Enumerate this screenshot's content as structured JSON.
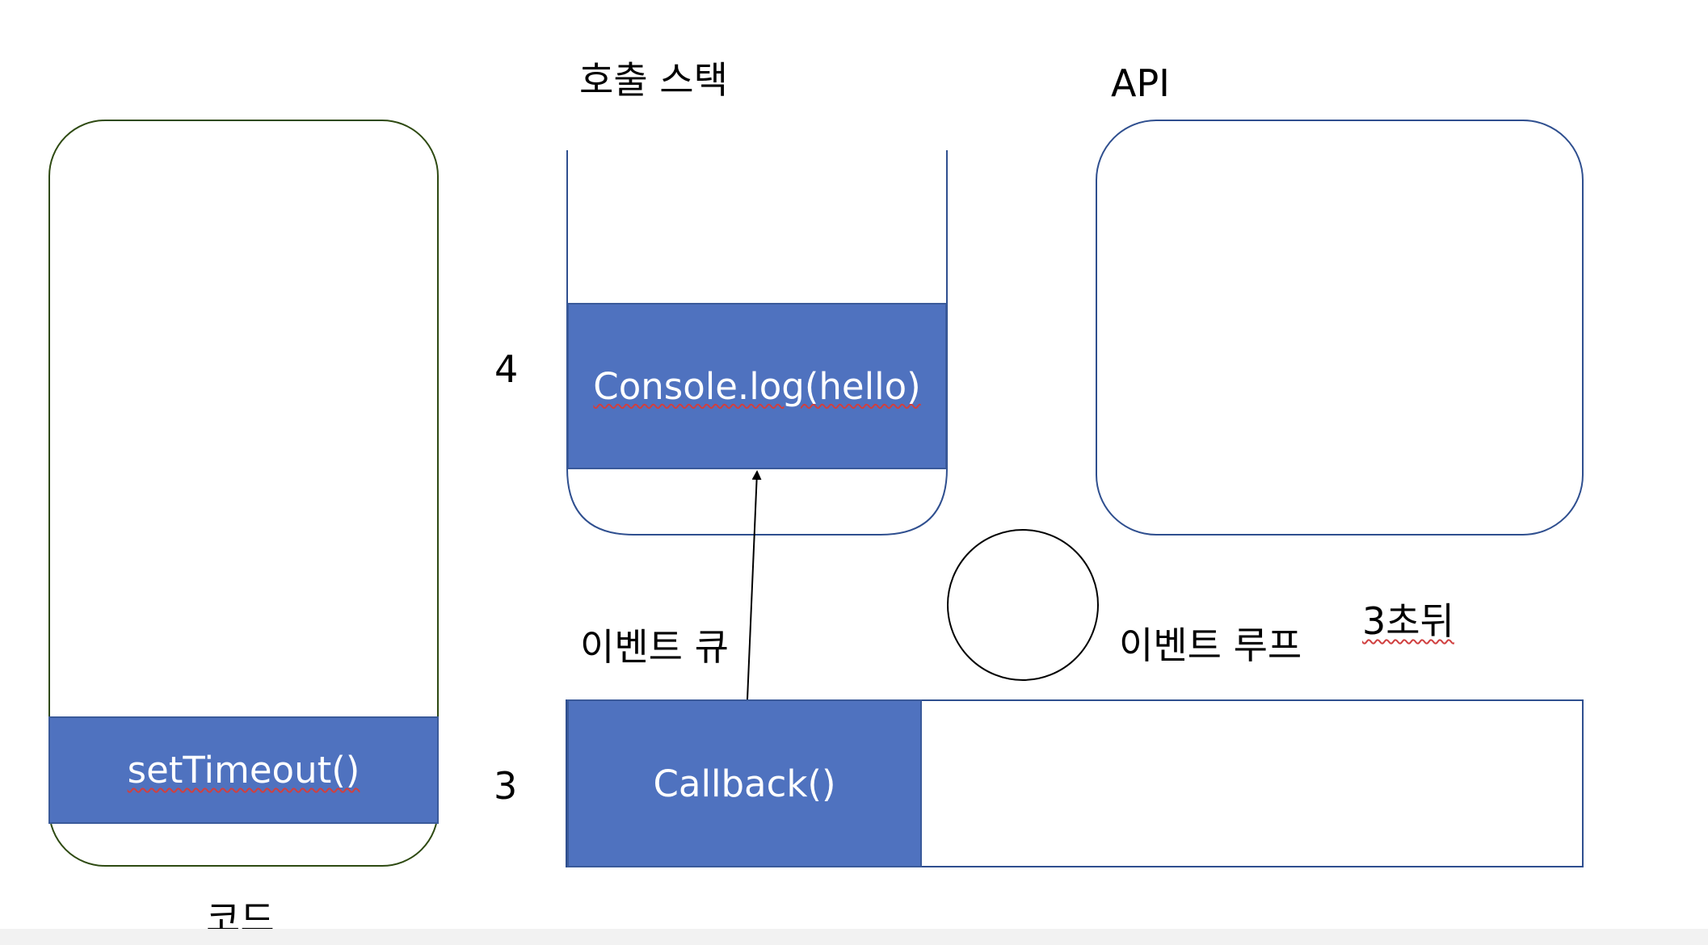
{
  "labels": {
    "code": "코드",
    "call_stack": "호출 스택",
    "api": "API",
    "event_queue": "이벤트 큐",
    "event_loop": "이벤트 루프",
    "after_3s": "3초뒤",
    "step_4": "4",
    "step_3": "3"
  },
  "blocks": {
    "set_timeout": "setTimeout()",
    "console_log": "Console.log(hello)",
    "callback": "Callback()"
  },
  "colors": {
    "block_fill": "#4f72bf",
    "code_border": "#2e4a12",
    "container_border": "#2f4f8f",
    "text": "#000000"
  }
}
